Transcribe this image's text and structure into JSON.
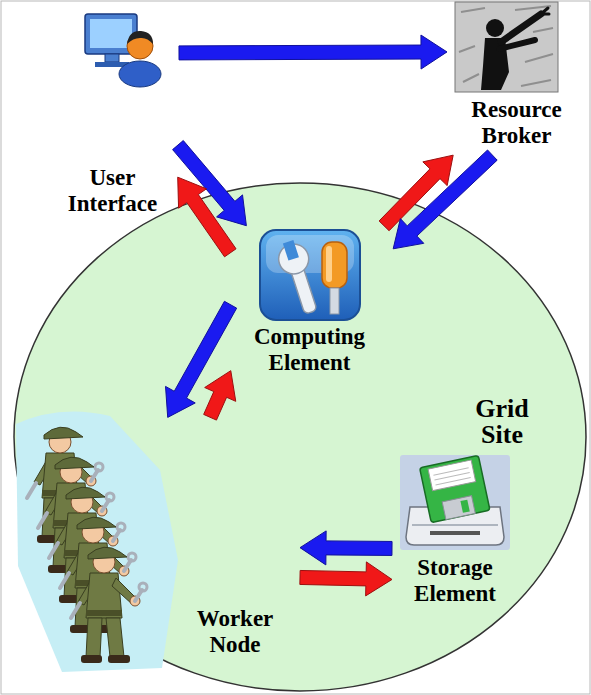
{
  "diagram": {
    "nodes": [
      {
        "text": [
          "User Interface"
        ]
      },
      {
        "text": [
          "Resource Broker"
        ]
      },
      {
        "text": [
          "Grid Site"
        ]
      },
      {
        "text": [
          "Computing Element"
        ],
        "in": 2
      },
      {
        "text": [
          "Worker Node"
        ],
        "in": 2
      },
      {
        "text": [
          "Storage Element"
        ],
        "in": 2
      }
    ],
    "edges": [
      {
        "from": 0,
        "to": 1,
        "arrow": "to"
      },
      {
        "from": 0,
        "to": 3,
        "arrow": "to"
      },
      {
        "from": 3,
        "to": 0,
        "arrow": "to"
      },
      {
        "from": 3,
        "to": 1,
        "arrow": "to"
      },
      {
        "from": 1,
        "to": 3,
        "arrow": "to"
      },
      {
        "from": 3,
        "to": 4,
        "arrow": "to"
      },
      {
        "from": 4,
        "to": 3,
        "arrow": "to"
      },
      {
        "from": 5,
        "to": 4,
        "arrow": "to"
      },
      {
        "from": 4,
        "to": 5,
        "arrow": "to"
      }
    ]
  }
}
